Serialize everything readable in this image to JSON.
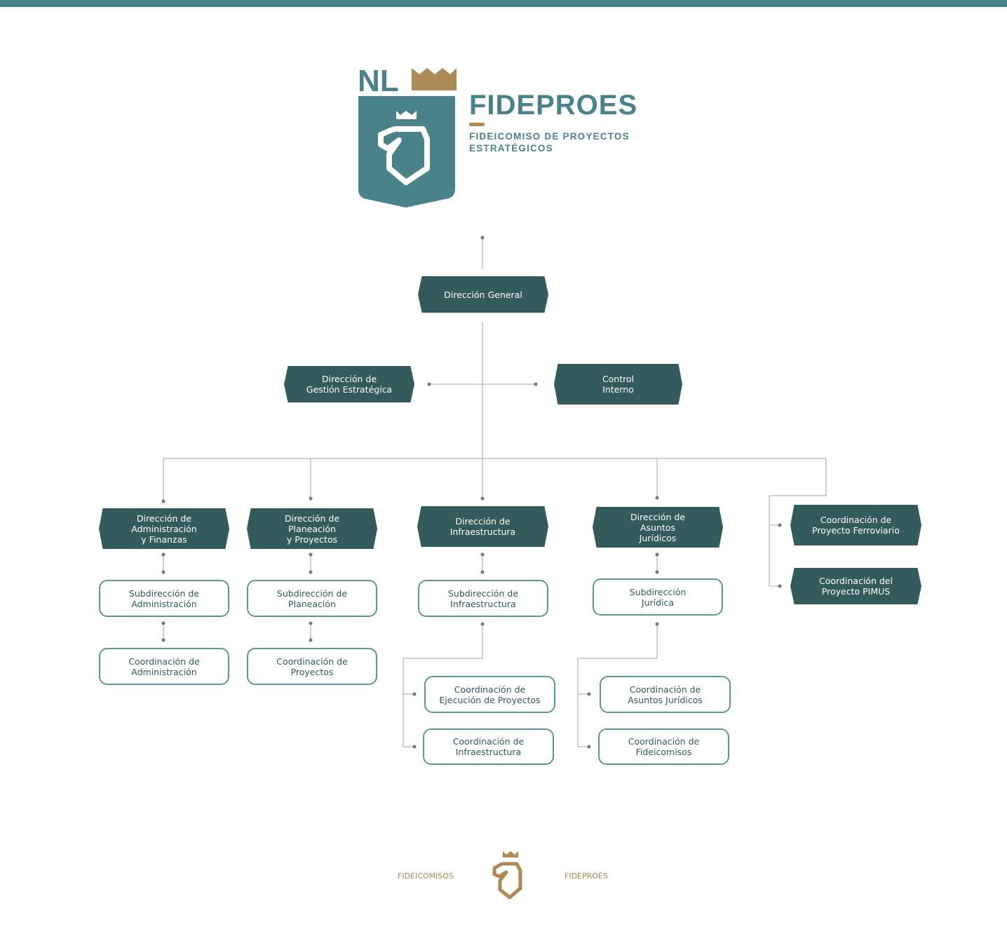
{
  "brand": {
    "logo_text": "NL",
    "title": "FIDEPROES",
    "subtitle": "FIDEICOMISO DE PROYECTOS ESTRATÉGICOS",
    "colors": {
      "teal": "#4a8289",
      "gold": "#ad8a55",
      "dark_box": "#335b5c"
    }
  },
  "org": {
    "general": "Dirección General",
    "gestion": "Dirección de\nGestión Estratégica",
    "control": "Control\nInterno",
    "adm": "Dirección de\nAdministración\ny Finanzas",
    "plan": "Dirección de\nPlaneación\ny Proyectos",
    "infra": "Dirección de\nInfraestructura",
    "juridicos": "Dirección de\nAsuntos\nJurídicos",
    "ferroviario": "Coordinación de\nProyecto Ferroviario",
    "pimus": "Coordinación del\nProyecto PIMUS",
    "sub_adm": "Subdirección de\nAdministración",
    "sub_plan": "Subdirección de\nPlaneación",
    "sub_infra": "Subdirección de\nInfraestructura",
    "sub_jur": "Subdirección\nJurídica",
    "coord_adm": "Coordinación de\nAdministración",
    "coord_proy": "Coordinación de\nProyectos",
    "coord_ejec": "Coordinación de\nEjecución de Proyectos",
    "coord_infra": "Coordinación de\nInfraestructura",
    "coord_asuntos": "Coordinación de\nAsuntos Jurídicos",
    "coord_fid": "Coordinación de\nFideicomisos"
  },
  "footer": {
    "left": "FIDEICOMISOS",
    "right": "FIDEPROES"
  }
}
